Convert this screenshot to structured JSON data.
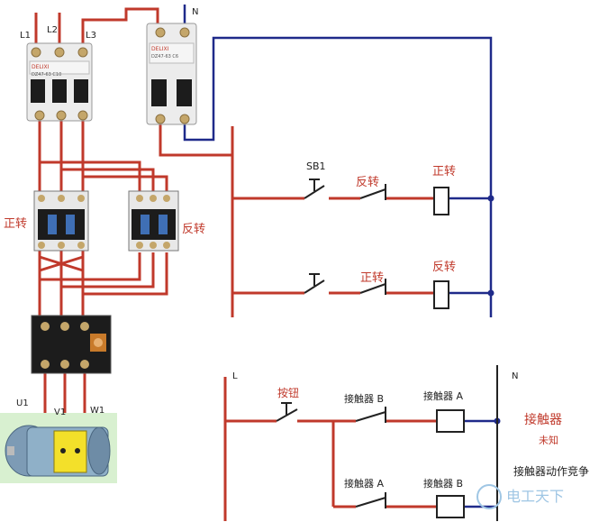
{
  "supply": {
    "l1": "L1",
    "l2": "L2",
    "l3": "L3",
    "n": "N"
  },
  "breaker_main": {
    "brand": "DELIXI",
    "model": "DZ47-63 C10"
  },
  "breaker_ctrl": {
    "brand": "DELIXI",
    "model": "DZ47-63 C6"
  },
  "contactors": {
    "forward": "正转",
    "reverse": "反转"
  },
  "motor": {
    "u": "U1",
    "v": "V1",
    "w": "W1"
  },
  "circuit1": {
    "sb1": "SB1",
    "row1_nc": "反转",
    "row1_coil": "正转",
    "row2_nc": "正转",
    "row2_coil": "反转"
  },
  "circuit2": {
    "l": "L",
    "n": "N",
    "button": "按钮",
    "nc_b": "接触器 B",
    "coil_a1": "接触器 A",
    "nc_a": "接触器 A",
    "coil_b": "接触器 B",
    "note1": "接触器",
    "note2": "未知",
    "note3": "接触器动作竞争"
  },
  "watermark": {
    "text": "电工天下"
  },
  "colors": {
    "phase": "#c0392b",
    "neutral": "#1f2a8a",
    "wire_dark": "#222222"
  }
}
